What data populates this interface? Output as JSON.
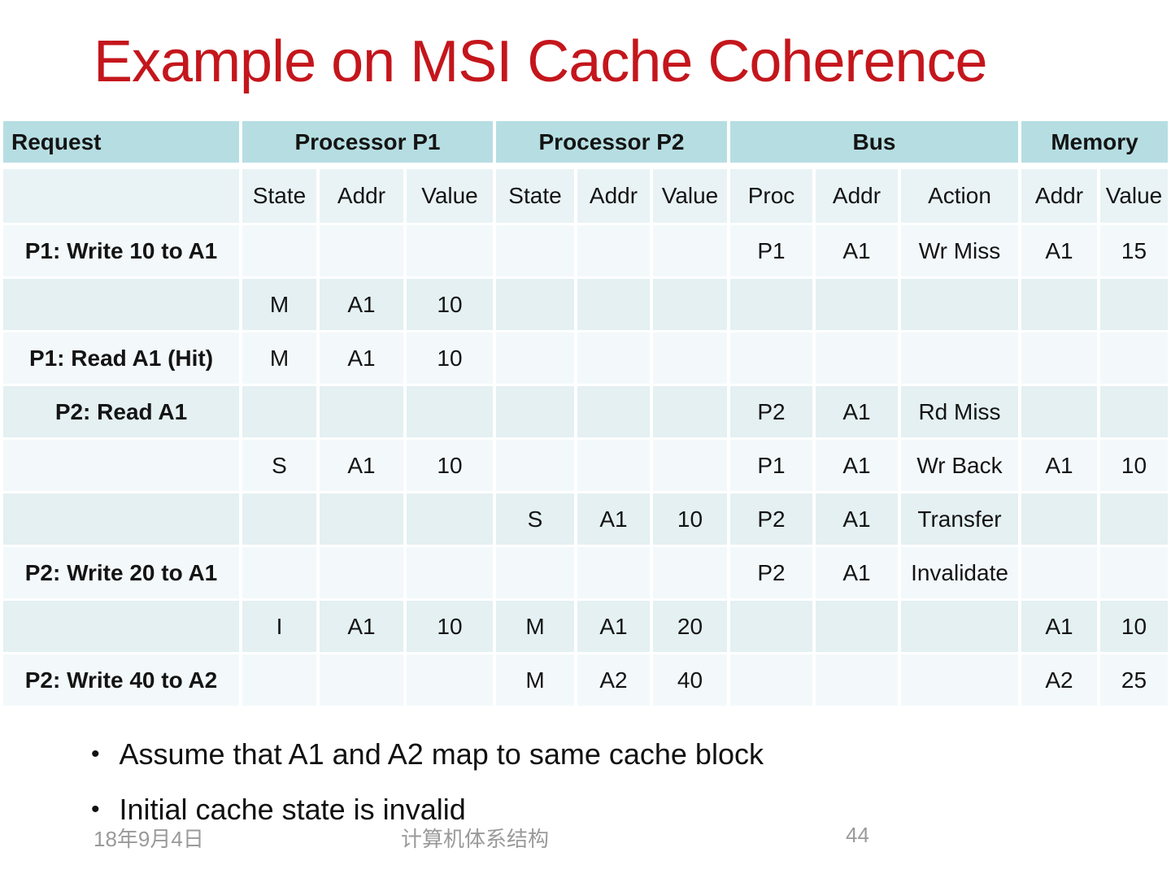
{
  "slide": {
    "title": "Example on MSI Cache Coherence",
    "bullets": [
      "Assume that A1 and A2 map to same cache block",
      "Initial cache state is invalid"
    ],
    "footer": {
      "date": "18年9月4日",
      "course": "计算机体系结构",
      "page_number": "44"
    }
  },
  "table": {
    "groups": [
      {
        "label": "Request",
        "span": 1
      },
      {
        "label": "Processor P1",
        "span": 3
      },
      {
        "label": "Processor P2",
        "span": 3
      },
      {
        "label": "Bus",
        "span": 3
      },
      {
        "label": "Memory",
        "span": 2
      }
    ],
    "subheaders": [
      "",
      "State",
      "Addr",
      "Value",
      "State",
      "Addr",
      "Value",
      "Proc",
      "Addr",
      "Action",
      "Addr",
      "Value"
    ],
    "rows": [
      [
        "P1: Write 10 to A1",
        "",
        "",
        "",
        "",
        "",
        "",
        "P1",
        "A1",
        "Wr Miss",
        "A1",
        "15"
      ],
      [
        "",
        "M",
        "A1",
        "10",
        "",
        "",
        "",
        "",
        "",
        "",
        "",
        ""
      ],
      [
        "P1: Read A1 (Hit)",
        "M",
        "A1",
        "10",
        "",
        "",
        "",
        "",
        "",
        "",
        "",
        ""
      ],
      [
        "P2: Read A1",
        "",
        "",
        "",
        "",
        "",
        "",
        "P2",
        "A1",
        "Rd Miss",
        "",
        ""
      ],
      [
        "",
        "S",
        "A1",
        "10",
        "",
        "",
        "",
        "P1",
        "A1",
        "Wr Back",
        "A1",
        "10"
      ],
      [
        "",
        "",
        "",
        "",
        "S",
        "A1",
        "10",
        "P2",
        "A1",
        "Transfer",
        "",
        ""
      ],
      [
        "P2: Write 20 to A1",
        "",
        "",
        "",
        "",
        "",
        "",
        "P2",
        "A1",
        "Invalidate",
        "",
        ""
      ],
      [
        "",
        "I",
        "A1",
        "10",
        "M",
        "A1",
        "20",
        "",
        "",
        "",
        "A1",
        "10"
      ],
      [
        "P2: Write 40 to A2",
        "",
        "",
        "",
        "M",
        "A2",
        "40",
        "",
        "",
        "",
        "A2",
        "25"
      ]
    ]
  },
  "colors": {
    "title": "#C4161C",
    "group_header_bg": "#B6DEE2",
    "subheader_bg": "#E9F3F5",
    "row_light_bg": "#F3F9FA",
    "row_tint_bg": "#E4F0F2",
    "footer_text": "#9A9A9A"
  }
}
